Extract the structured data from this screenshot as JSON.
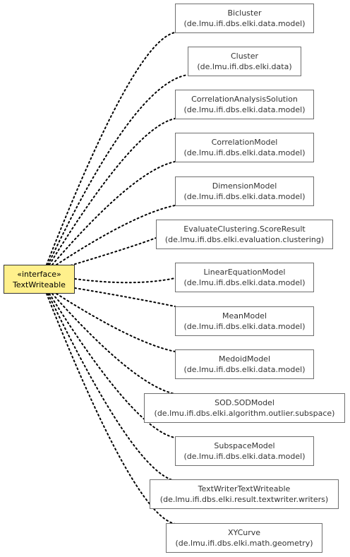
{
  "interface": {
    "stereotype": "«interface»",
    "name": "TextWriteable"
  },
  "colors": {
    "interface_fill": "#fff08c",
    "node_border": "#6f6f6f",
    "edge": "#000000"
  },
  "classes": [
    {
      "name": "Bicluster",
      "package": "(de.lmu.ifi.dbs.elki.data.model)"
    },
    {
      "name": "Cluster",
      "package": "(de.lmu.ifi.dbs.elki.data)"
    },
    {
      "name": "CorrelationAnalysisSolution",
      "package": "(de.lmu.ifi.dbs.elki.data.model)"
    },
    {
      "name": "CorrelationModel",
      "package": "(de.lmu.ifi.dbs.elki.data.model)"
    },
    {
      "name": "DimensionModel",
      "package": "(de.lmu.ifi.dbs.elki.data.model)"
    },
    {
      "name": "EvaluateClustering.ScoreResult",
      "package": "(de.lmu.ifi.dbs.elki.evaluation.clustering)"
    },
    {
      "name": "LinearEquationModel",
      "package": "(de.lmu.ifi.dbs.elki.data.model)"
    },
    {
      "name": "MeanModel",
      "package": "(de.lmu.ifi.dbs.elki.data.model)"
    },
    {
      "name": "MedoidModel",
      "package": "(de.lmu.ifi.dbs.elki.data.model)"
    },
    {
      "name": "SOD.SODModel",
      "package": "(de.lmu.ifi.dbs.elki.algorithm.outlier.subspace)"
    },
    {
      "name": "SubspaceModel",
      "package": "(de.lmu.ifi.dbs.elki.data.model)"
    },
    {
      "name": "TextWriterTextWriteable",
      "package": "(de.lmu.ifi.dbs.elki.result.textwriter.writers)"
    },
    {
      "name": "XYCurve",
      "package": "(de.lmu.ifi.dbs.elki.math.geometry)"
    }
  ]
}
